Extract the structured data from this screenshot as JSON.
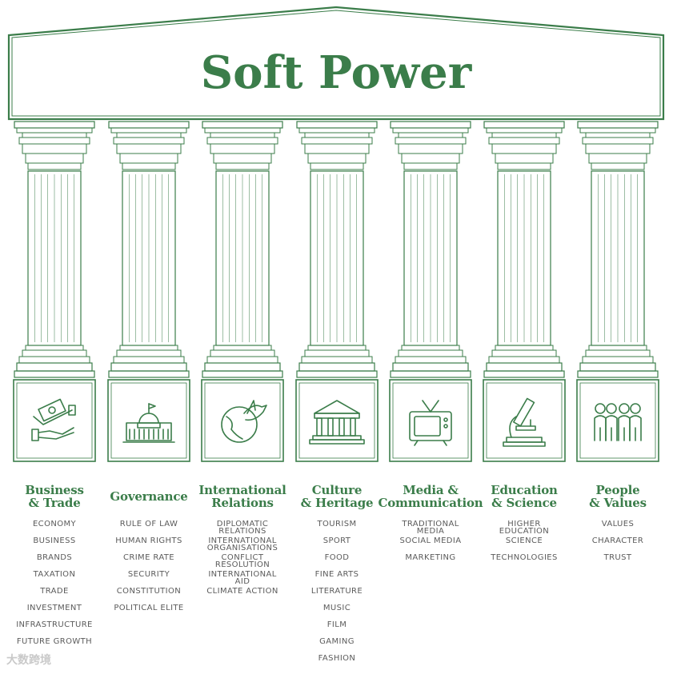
{
  "title": "Soft Power",
  "colors": {
    "green": "#3b7d4a",
    "text": "#5b5b5b"
  },
  "pillars": [
    {
      "title": "Business\n& Trade",
      "icon": "handshake-money-icon",
      "items": [
        "ECONOMY",
        "BUSINESS",
        "BRANDS",
        "TAXATION",
        "TRADE",
        "INVESTMENT",
        "INFRASTRUCTURE",
        "FUTURE GROWTH"
      ]
    },
    {
      "title": "Governance",
      "icon": "capitol-building-icon",
      "items": [
        "RULE OF LAW",
        "HUMAN RIGHTS",
        "CRIME RATE",
        "SECURITY",
        "CONSTITUTION",
        "POLITICAL ELITE"
      ]
    },
    {
      "title": "International\nRelations",
      "icon": "globe-dove-icon",
      "items": [
        "DIPLOMATIC\nRELATIONS",
        "INTERNATIONAL\nORGANISATIONS",
        "CONFLICT\nRESOLUTION",
        "INTERNATIONAL\nAID",
        "CLIMATE ACTION"
      ]
    },
    {
      "title": "Culture\n& Heritage",
      "icon": "museum-icon",
      "items": [
        "TOURISM",
        "SPORT",
        "FOOD",
        "FINE ARTS",
        "LITERATURE",
        "MUSIC",
        "FILM",
        "GAMING",
        "FASHION"
      ]
    },
    {
      "title": "Media &\nCommunication",
      "icon": "television-icon",
      "items": [
        "TRADITIONAL\nMEDIA",
        "SOCIAL MEDIA",
        "MARKETING"
      ]
    },
    {
      "title": "Education\n& Science",
      "icon": "microscope-icon",
      "items": [
        "HIGHER\nEDUCATION",
        "SCIENCE",
        "TECHNOLOGIES"
      ]
    },
    {
      "title": "People\n& Values",
      "icon": "people-group-icon",
      "items": [
        "VALUES",
        "CHARACTER",
        "TRUST"
      ]
    }
  ],
  "watermark": "大数跨境"
}
